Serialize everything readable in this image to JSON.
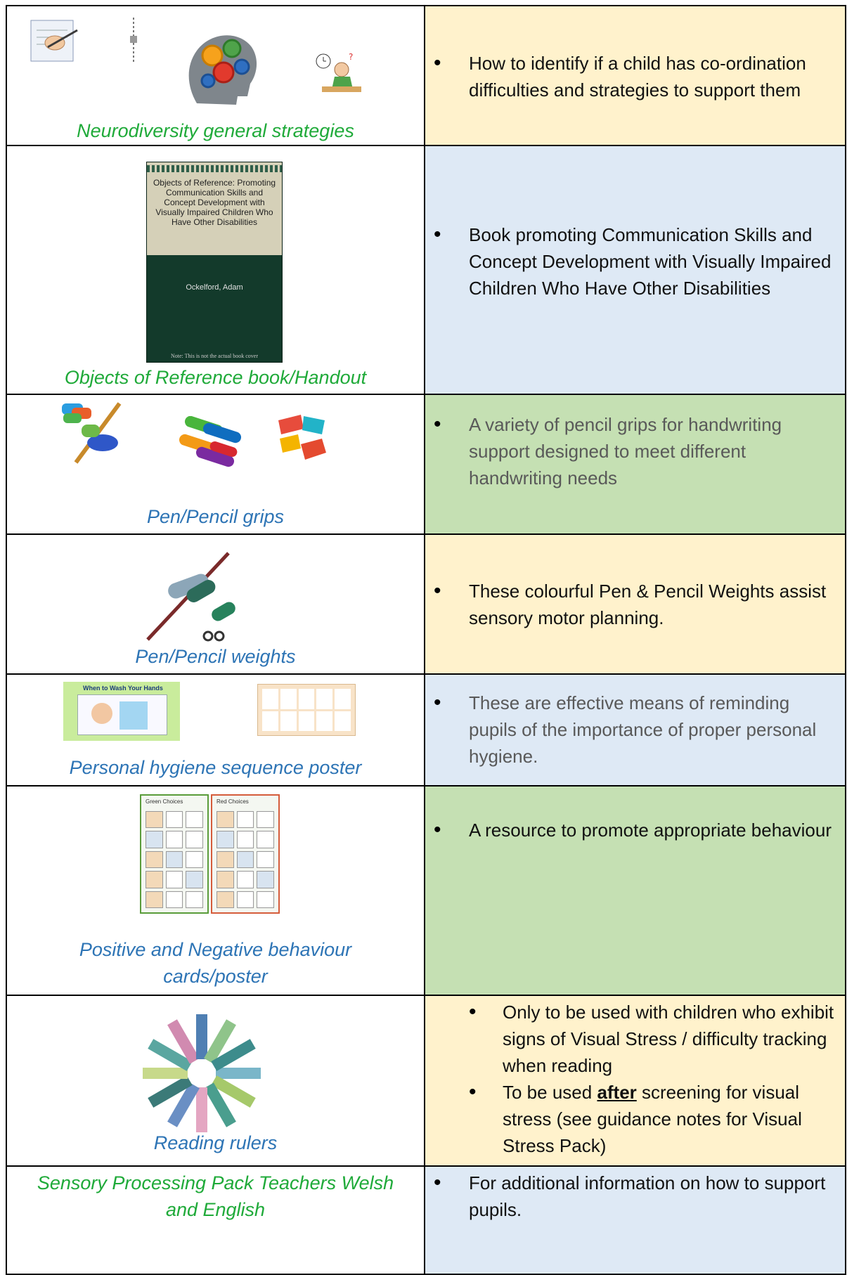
{
  "rows": [
    {
      "title": "Neurodiversity general strategies",
      "bullets": [
        "How to identify if a child has co-ordination difficulties and strategies to support them"
      ]
    },
    {
      "title": "Objects of Reference book/Handout",
      "book": {
        "cover_title": "Objects of Reference: Promoting Communication Skills and Concept Development with Visually Impaired Children Who Have Other Disabilities",
        "author": "Ockelford, Adam",
        "note": "Note: This is not the actual book cover"
      },
      "bullets": [
        "Book promoting Communication Skills and Concept Development with Visually Impaired Children Who Have Other Disabilities"
      ]
    },
    {
      "title": "Pen/Pencil grips",
      "bullets": [
        "A variety of pencil grips for handwriting support designed to meet different handwriting needs"
      ]
    },
    {
      "title": "Pen/Pencil weights",
      "bullets": [
        "These colourful Pen & Pencil Weights assist sensory motor planning."
      ]
    },
    {
      "title": "Personal hygiene sequence poster",
      "poster_title": "When to Wash Your Hands",
      "bullets": [
        "These are effective means of reminding pupils of the importance of proper personal hygiene."
      ]
    },
    {
      "title": "Positive and Negative behaviour cards/poster",
      "cards": {
        "green_label": "Green Choices",
        "red_label": "Red Choices"
      },
      "bullets": [
        "A resource to promote appropriate behaviour"
      ]
    },
    {
      "title": "Reading rulers",
      "bullet1": "Only to be used with children who exhibit signs of Visual Stress / difficulty tracking when reading",
      "bullet2_pre": "To be used ",
      "bullet2_bold": "after",
      "bullet2_post": " screening for visual stress (see guidance notes for Visual Stress Pack)"
    },
    {
      "title": "Sensory Processing Pack Teachers Welsh and English",
      "bullets": [
        "For additional information on how to support pupils."
      ]
    }
  ],
  "colors": {
    "yellow": "#fff2cc",
    "blue": "#dee9f5",
    "green": "#c5e0b3",
    "title_green": "#1faa39",
    "title_blue": "#2d74b5"
  }
}
